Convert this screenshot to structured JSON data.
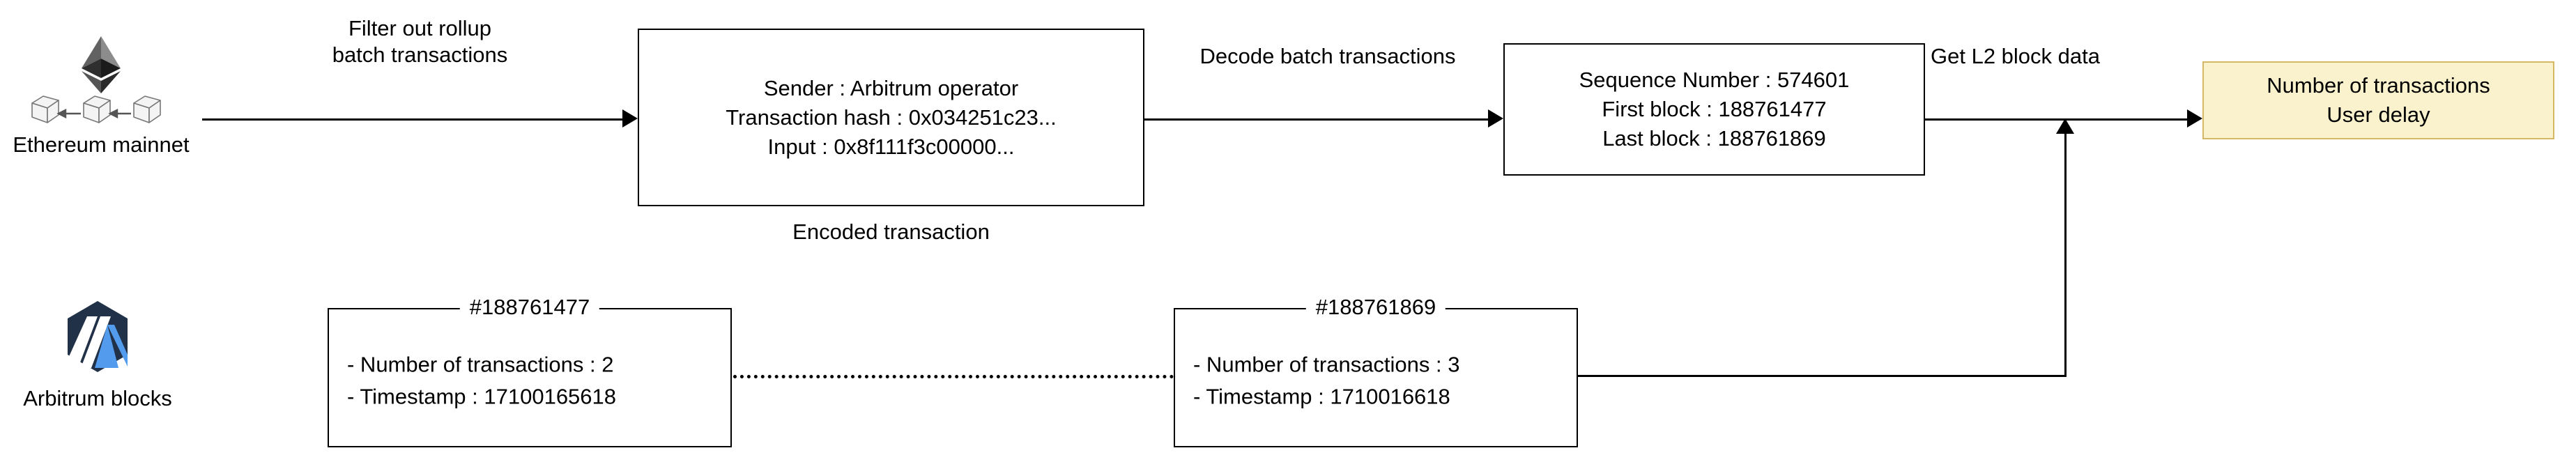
{
  "diagram": {
    "title": "Arbitrum rollup batch decoding pipeline",
    "background": "#ffffff",
    "accent_fill": "#faf2cd",
    "accent_border": "#d5b863",
    "arbitrum_dark": "#213147",
    "arbitrum_blue": "#539ced"
  },
  "nodes": {
    "ethereum": {
      "label": "Ethereum mainnet",
      "icon": "ethereum-diamond-icon",
      "chain_icon": "block-chain-icon"
    },
    "arbitrum": {
      "label": "Arbitrum blocks",
      "icon": "arbitrum-logo-icon"
    },
    "encoded_tx": {
      "caption": "Encoded transaction",
      "lines": [
        "Sender : Arbitrum operator",
        "Transaction hash : 0x034251c23...",
        "Input : 0x8f111f3c00000..."
      ]
    },
    "decoded_batch": {
      "lines": [
        "Sequence Number : 574601",
        "First block : 188761477",
        "Last block : 188761869"
      ]
    },
    "output": {
      "lines": [
        "Number of transactions",
        "User delay"
      ]
    },
    "block_first": {
      "legend": "#188761477",
      "lines": [
        "- Number of transactions : 2",
        "- Timestamp : 17100165618"
      ]
    },
    "block_last": {
      "legend": "#188761869",
      "lines": [
        "- Number of transactions : 3",
        "- Timestamp : 1710016618"
      ]
    }
  },
  "edges": {
    "filter": {
      "lines": [
        "Filter out rollup",
        "batch transactions"
      ]
    },
    "decode": {
      "lines": [
        "Decode batch transactions"
      ]
    },
    "get_l2": {
      "lines": [
        "Get L2 block data"
      ]
    }
  }
}
